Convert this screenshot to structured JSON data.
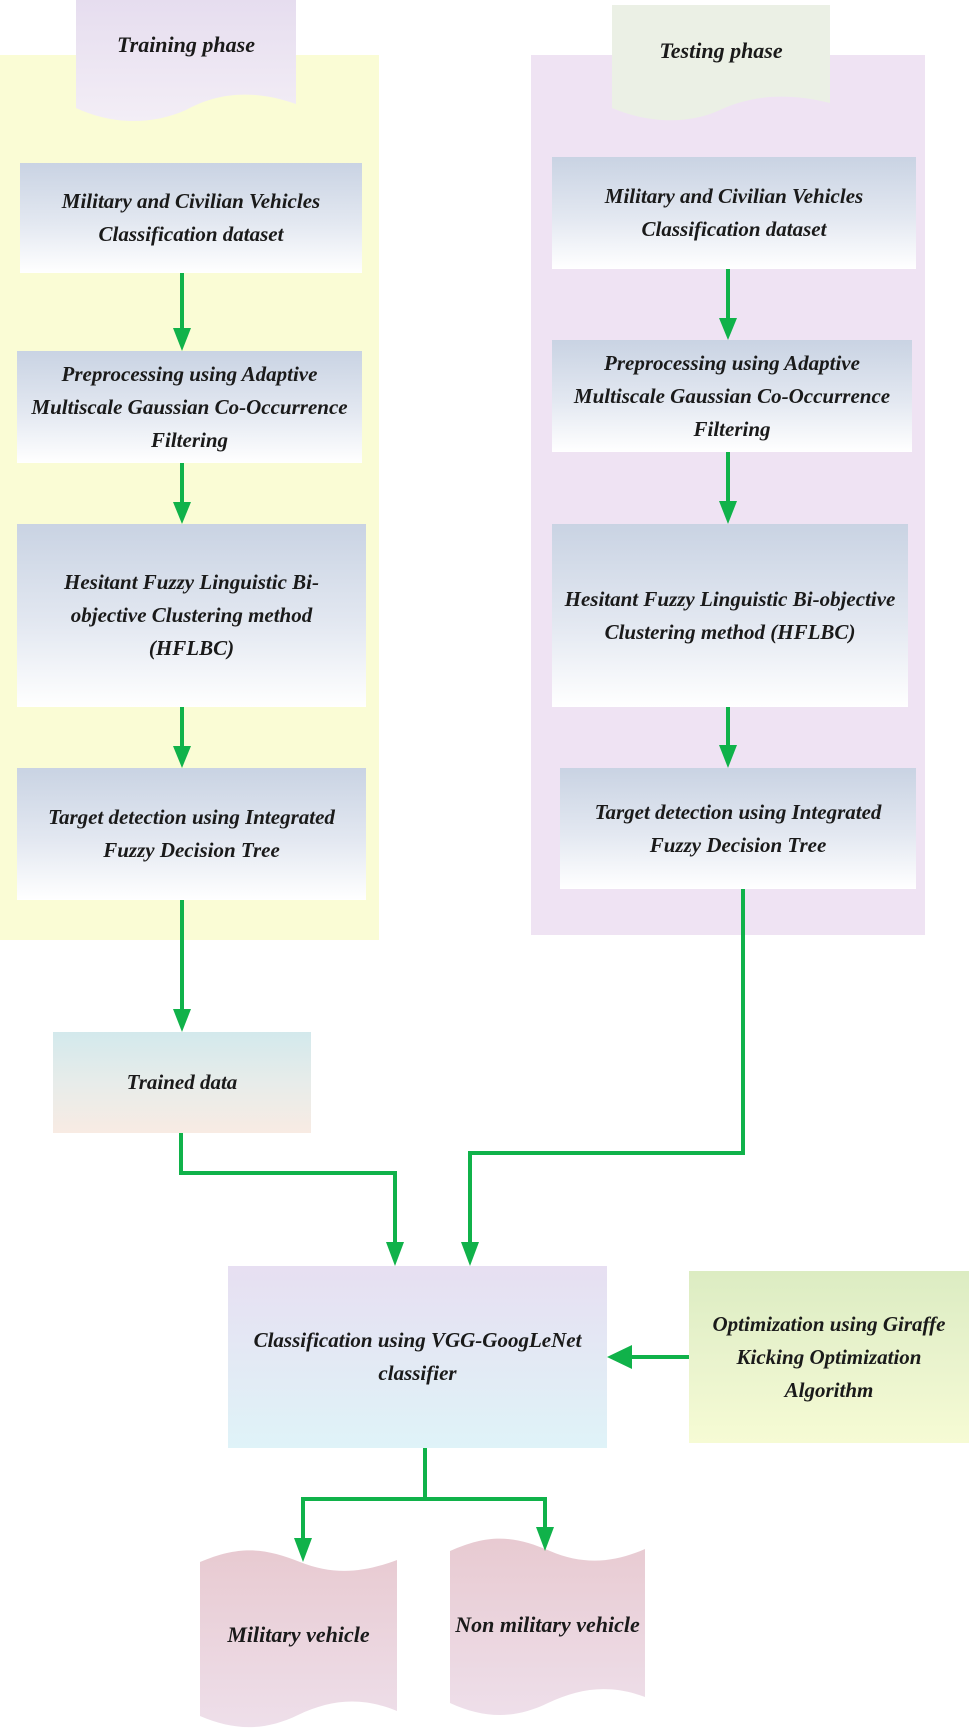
{
  "training_phase": {
    "title": "Training phase",
    "steps": [
      "Military and Civilian Vehicles Classification dataset",
      "Preprocessing using Adaptive Multiscale Gaussian Co-Occurrence Filtering",
      "Hesitant Fuzzy Linguistic Bi-objective Clustering method (HFLBC)",
      "Target detection using Integrated Fuzzy Decision Tree"
    ]
  },
  "testing_phase": {
    "title": "Testing phase",
    "steps": [
      "Military and Civilian Vehicles Classification dataset",
      "Preprocessing using Adaptive Multiscale Gaussian Co-Occurrence Filtering",
      "Hesitant Fuzzy Linguistic Bi-objective Clustering method (HFLBC)",
      "Target detection using Integrated Fuzzy Decision Tree"
    ]
  },
  "trained_data": "Trained data",
  "classifier": "Classification using VGG-GoogLeNet classifier",
  "optimizer": "Optimization using Giraffe Kicking Optimization Algorithm",
  "outputs": {
    "military": "Military vehicle",
    "non_military": "Non military vehicle"
  },
  "colors": {
    "arrow": "#10b24a",
    "training_bg": "#fafcd5",
    "testing_bg": "#efe3f3",
    "document_fill": "#ecdce9",
    "output_fill": "#ead3db"
  }
}
